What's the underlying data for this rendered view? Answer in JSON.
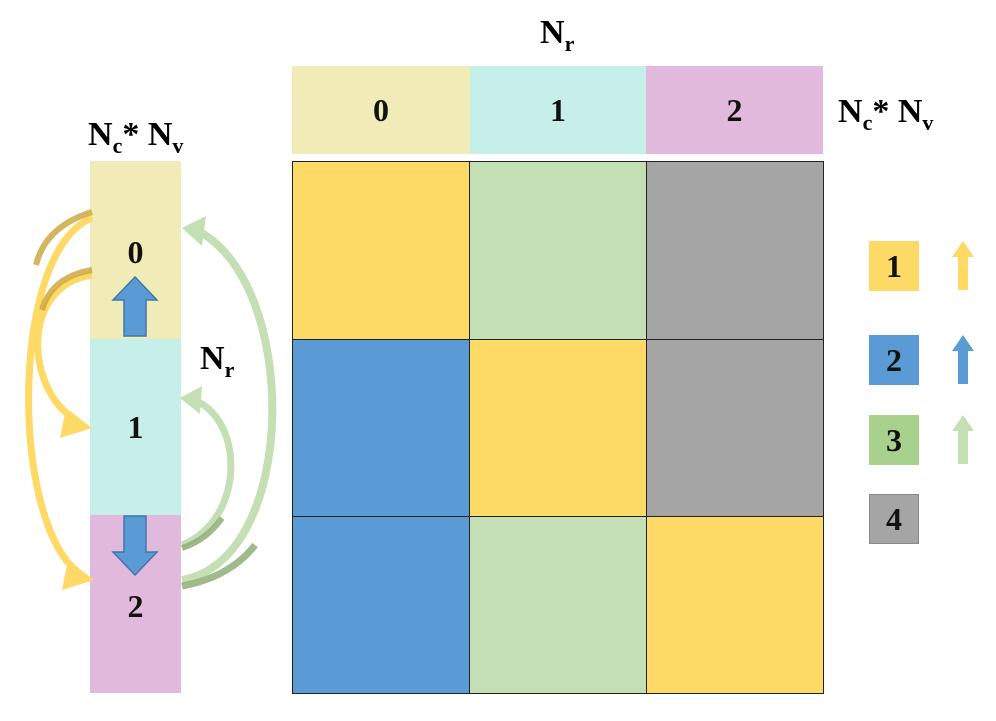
{
  "labels": {
    "top_nr_main": "N",
    "top_nr_sub": "r",
    "side_nr_main": "N",
    "side_nr_sub": "r",
    "right_nc_main": "N",
    "right_nc_sub": "c",
    "right_star": "*",
    "right_nv_main": "N",
    "right_nv_sub": "v",
    "left_nc_main": "N",
    "left_nc_sub": "c",
    "left_star": "*",
    "left_nv_main": "N",
    "left_nv_sub": "v"
  },
  "header": {
    "cells": [
      {
        "label": "0",
        "color": "#f1ebb7"
      },
      {
        "label": "1",
        "color": "#c5efe8"
      },
      {
        "label": "2",
        "color": "#e0b9dd"
      }
    ]
  },
  "column": {
    "cells": [
      {
        "label": "0",
        "color": "#f1ebb7"
      },
      {
        "label": "1",
        "color": "#c5efe8"
      },
      {
        "label": "2",
        "color": "#e0b9dd"
      }
    ]
  },
  "matrix": {
    "rows": [
      [
        "#fdd966",
        "#c5dfb4",
        "#a5a5a5"
      ],
      [
        "#5b9bd5",
        "#fdd966",
        "#a5a5a5"
      ],
      [
        "#5b9bd5",
        "#c5dfb4",
        "#fdd966"
      ]
    ]
  },
  "legend": {
    "items": [
      {
        "label": "1",
        "color": "#fdd966",
        "arrow_color": "#ffd966"
      },
      {
        "label": "2",
        "color": "#5b9bd5",
        "arrow_color": "#5b9bd5"
      },
      {
        "label": "3",
        "color": "#a9d18e",
        "arrow_color": "#c5dfb4"
      },
      {
        "label": "4",
        "color": "#a5a5a5",
        "arrow_color": ""
      }
    ]
  },
  "colors": {
    "yellow_arrow": "#ffd45a",
    "green_arrow": "#a9d18e",
    "blue_arrow": "#5b9bd5"
  }
}
